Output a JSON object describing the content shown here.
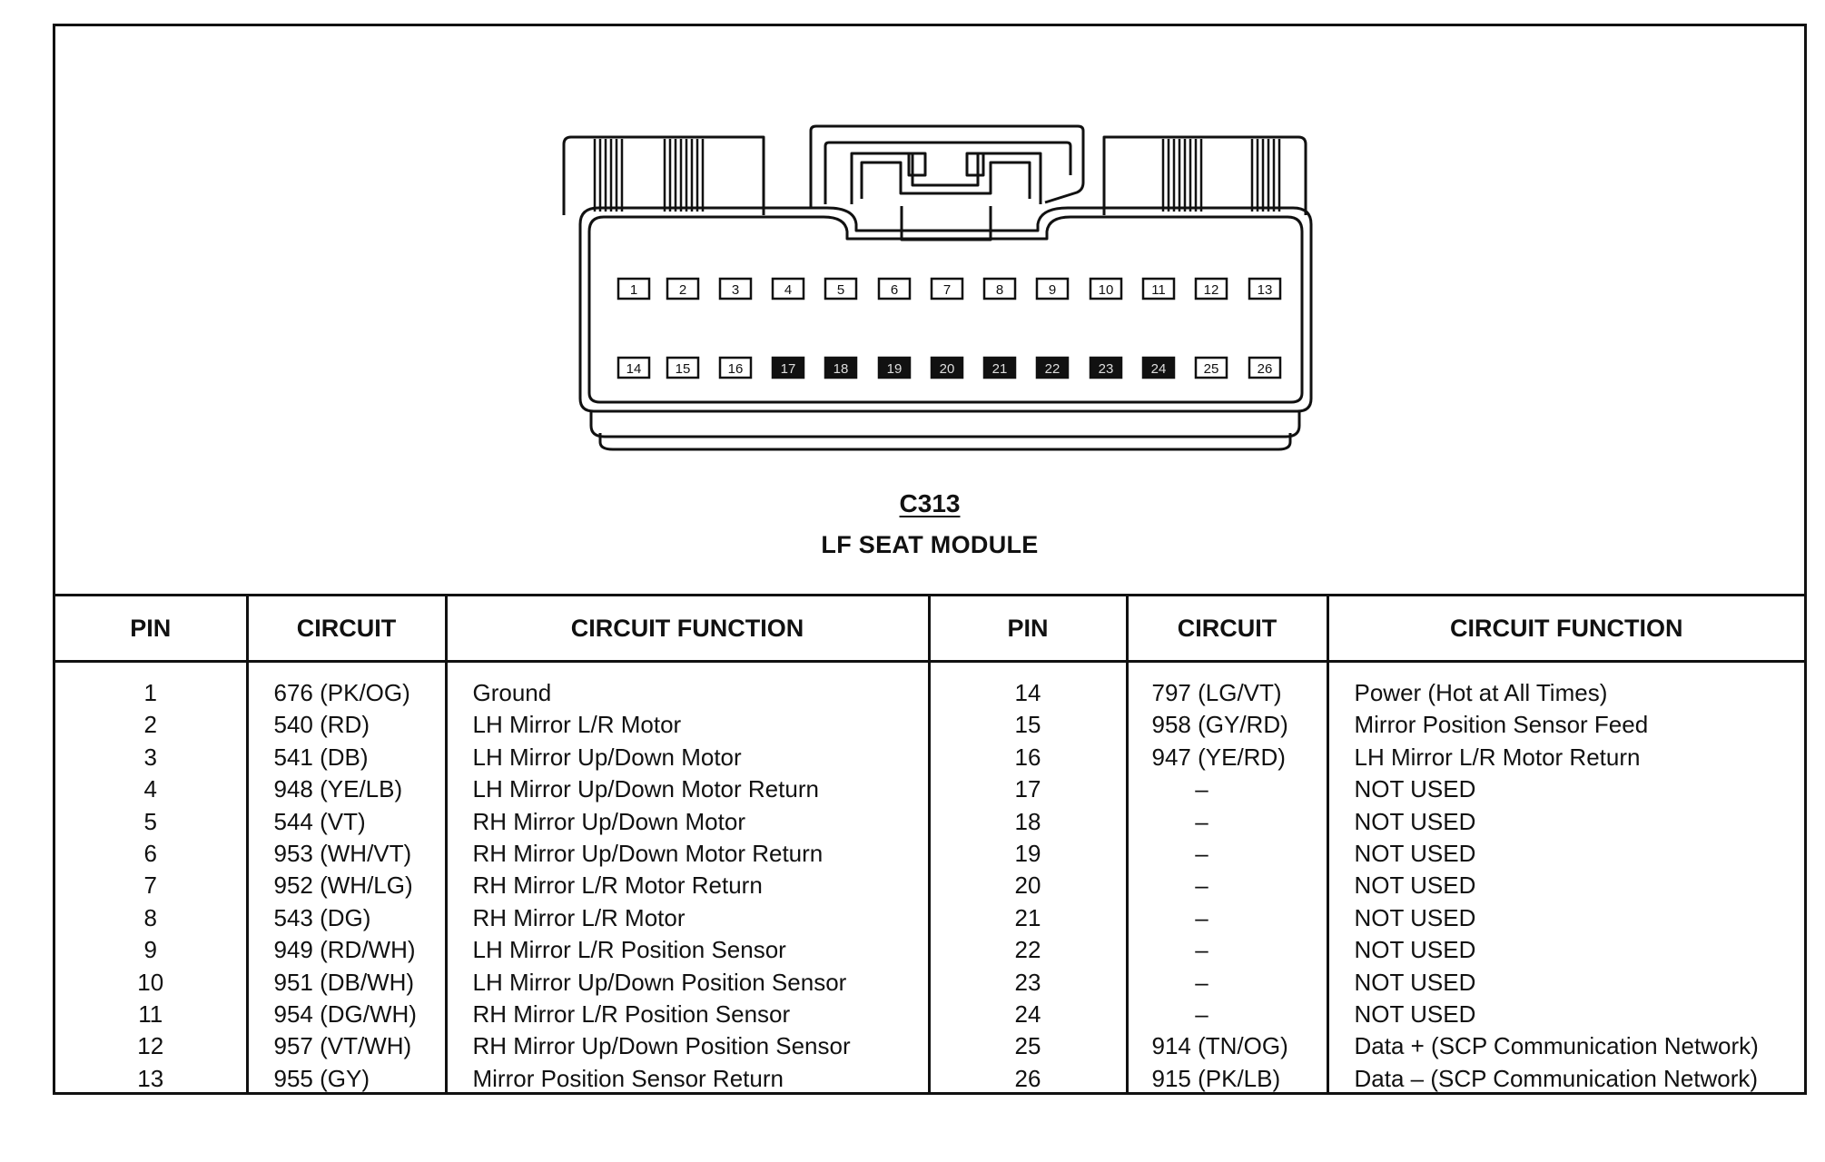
{
  "connector": {
    "id": "C313",
    "name": "LF SEAT MODULE",
    "pins_top": [
      "1",
      "2",
      "3",
      "4",
      "5",
      "6",
      "7",
      "8",
      "9",
      "10",
      "11",
      "12",
      "13"
    ],
    "pins_bottom": [
      "14",
      "15",
      "16",
      "17",
      "18",
      "19",
      "20",
      "21",
      "22",
      "23",
      "24",
      "25",
      "26"
    ],
    "filled_pins": [
      "17",
      "18",
      "19",
      "20",
      "21",
      "22",
      "23",
      "24"
    ]
  },
  "table": {
    "headers": [
      "PIN",
      "CIRCUIT",
      "CIRCUIT FUNCTION",
      "PIN",
      "CIRCUIT",
      "CIRCUIT FUNCTION"
    ],
    "left_rows": [
      {
        "pin": "1",
        "circuit": "676 (PK/OG)",
        "function": "Ground"
      },
      {
        "pin": "2",
        "circuit": "540 (RD)",
        "function": "LH Mirror L/R Motor"
      },
      {
        "pin": "3",
        "circuit": "541 (DB)",
        "function": "LH Mirror Up/Down Motor"
      },
      {
        "pin": "4",
        "circuit": "948 (YE/LB)",
        "function": "LH Mirror Up/Down Motor Return"
      },
      {
        "pin": "5",
        "circuit": "544 (VT)",
        "function": "RH Mirror Up/Down Motor"
      },
      {
        "pin": "6",
        "circuit": "953 (WH/VT)",
        "function": "RH Mirror Up/Down Motor Return"
      },
      {
        "pin": "7",
        "circuit": "952 (WH/LG)",
        "function": "RH Mirror L/R Motor Return"
      },
      {
        "pin": "8",
        "circuit": "543 (DG)",
        "function": "RH Mirror L/R Motor"
      },
      {
        "pin": "9",
        "circuit": "949 (RD/WH)",
        "function": "LH Mirror L/R Position Sensor"
      },
      {
        "pin": "10",
        "circuit": "951 (DB/WH)",
        "function": "LH Mirror Up/Down Position Sensor"
      },
      {
        "pin": "11",
        "circuit": "954 (DG/WH)",
        "function": "RH Mirror L/R Position Sensor"
      },
      {
        "pin": "12",
        "circuit": "957 (VT/WH)",
        "function": "RH Mirror Up/Down Position Sensor"
      },
      {
        "pin": "13",
        "circuit": "955 (GY)",
        "function": "Mirror Position Sensor Return"
      }
    ],
    "right_rows": [
      {
        "pin": "14",
        "circuit": "797 (LG/VT)",
        "function": "Power (Hot at All Times)"
      },
      {
        "pin": "15",
        "circuit": "958 (GY/RD)",
        "function": "Mirror Position Sensor Feed"
      },
      {
        "pin": "16",
        "circuit": "947 (YE/RD)",
        "function": "LH Mirror L/R Motor Return"
      },
      {
        "pin": "17",
        "circuit": "–",
        "function": "NOT USED"
      },
      {
        "pin": "18",
        "circuit": "–",
        "function": "NOT USED"
      },
      {
        "pin": "19",
        "circuit": "–",
        "function": "NOT USED"
      },
      {
        "pin": "20",
        "circuit": "–",
        "function": "NOT USED"
      },
      {
        "pin": "21",
        "circuit": "–",
        "function": "NOT USED"
      },
      {
        "pin": "22",
        "circuit": "–",
        "function": "NOT USED"
      },
      {
        "pin": "23",
        "circuit": "–",
        "function": "NOT USED"
      },
      {
        "pin": "24",
        "circuit": "–",
        "function": "NOT USED"
      },
      {
        "pin": "25",
        "circuit": "914 (TN/OG)",
        "function": "Data + (SCP Communication Network)"
      },
      {
        "pin": "26",
        "circuit": "915 (PK/LB)",
        "function": "Data – (SCP Communication Network)"
      }
    ]
  }
}
